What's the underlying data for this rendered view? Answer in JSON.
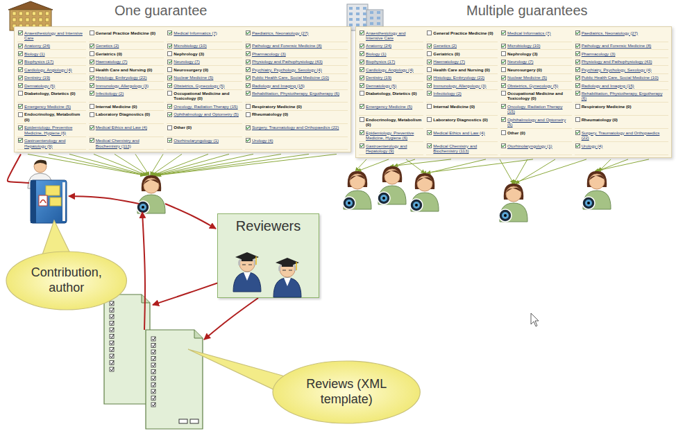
{
  "diagram": {
    "nodes": [
      {
        "text": [
          "Anaesthesiology and Intensive Care",
          "Anatomy (24)",
          "Biology (1)",
          "Biophysics (17)",
          "Cardiology, Angiology (4)",
          "Dentistry (19)",
          "Dermatology (5)",
          "Diabetology, Dietetics (0)",
          "Emergency Medicine (5)",
          "Endocrinology, Metabolism (0)",
          "Epidemiology, Preventive Medicine, Hygiene (6)",
          "Gastroenterology and Hepatology (9)",
          "General Practice Medicine (0)",
          "Genetics (2)",
          "Geriatrics (0)",
          "Haematology (7)",
          "Health Care and Nursing (0)",
          "Histology, Embryology (22)",
          "Immunology, Allergology (3)",
          "Infectiology (2)",
          "Internal Medicine (0)",
          "Laboratory Diagnostics (0)",
          "Medical Ethics and Law (4)",
          "Medical Chemistry and Biochemistry (113)",
          "Medical Informatics (7)",
          "Microbiology (10)",
          "Nephrology (3)",
          "Neurology (7)",
          "Neurosurgery (0)",
          "Nuclear Medicine (5)",
          "Obstetrics, Gynecology (5)",
          "Occupational Medicine and Toxicology (0)",
          "Oncology, Radiation Therapy (15)",
          "Ophthalmology and Optometry (5)",
          "Other (0)",
          "Otorhinolaryngology (1)",
          "Paediatrics, Neonatology (27)",
          "Pathology and Forensic Medicine (8)",
          "Pharmacology (3)",
          "Physiology and Pathophysiology (43)",
          "Psychiatry, Psychology, Sexology (4)",
          "Public Health Care, Social Medicine (10)",
          "Radiology and Imaging (15)",
          "Rehabilitation, Physiotherapy, Ergotherapy (6)",
          "Respiratory Medicine (0)",
          "Rheumatology (0)",
          "Surgery, Traumatology and Orthopaedics (22)",
          "Urology (4)"
        ]
      },
      {
        "text": [
          "Anaesthesiology and Intensive Care",
          "Anatomy (24)",
          "Biology (1)",
          "Biophysics (17)",
          "Cardiology, Angiology (4)",
          "Dentistry (19)",
          "Dermatology (5)",
          "Diabetology, Dietetics (0)",
          "Emergency Medicine (5)",
          "Endocrinology, Metabolism (0)",
          "Epidemiology, Preventive Medicine, Hygiene (6)",
          "Gastroenterology and Hepatology (9)",
          "General Practice Medicine (0)",
          "Genetics (2)",
          "Geriatrics (0)",
          "Haematology (7)",
          "Health Care and Nursing (0)",
          "Histology, Embryology (22)",
          "Immunology, Allergology (3)",
          "Infectiology (2)",
          "Internal Medicine (0)",
          "Laboratory Diagnostics (0)",
          "Medical Ethics and Law (4)",
          "Medical Chemistry and Biochemistry (113)",
          "Medical Informatics (7)",
          "Microbiology (10)",
          "Nephrology (3)",
          "Neurology (7)",
          "Neurosurgery (0)",
          "Nuclear Medicine (5)",
          "Obstetrics, Gynecology (5)",
          "Occupational Medicine and Toxicology (0)",
          "Oncology, Radiation Therapy (15)",
          "Ophthalmology and Optometry (5)",
          "Other (0)",
          "Otorhinolaryngology (1)",
          "Paediatrics, Neonatology (27)",
          "Pathology and Forensic Medicine (8)",
          "Pharmacology (3)",
          "Physiology and Pathophysiology (43)",
          "Psychiatry, Psychology, Sexology (4)",
          "Public Health Care, Social Medicine (10)",
          "Radiology and Imaging (15)",
          "Rehabilitation, Physiotherapy, Ergotherapy (6)",
          "Respiratory Medicine (0)",
          "Rheumatology (0)",
          "Surgery, Traumatology and Orthopaedics (22)",
          "Urology (4)"
        ]
      },
      {
        "text": [
          "Reviewers"
        ]
      },
      {
        "text": [
          "Contribution, author"
        ]
      },
      {
        "text": [
          "Reviews (XML template)"
        ]
      }
    ],
    "labels": [
      "One guarantee",
      "Multiple guarantees"
    ]
  }
}
